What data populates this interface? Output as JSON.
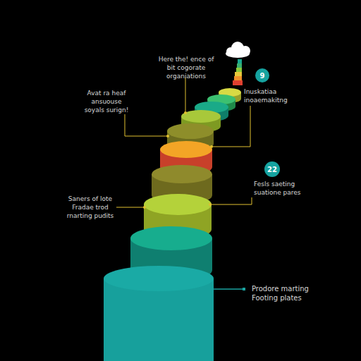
{
  "diagram": {
    "nodes": [
      {
        "text": [
          "9"
        ]
      },
      {
        "text": [
          "22"
        ]
      }
    ],
    "labels": [
      "Here the! ence of bit cogorate organiations",
      "Avat ra heaf ansuouse soyals surign!",
      "Inuskatiaa inoaemakitng",
      "Fesls saeting suatione pares",
      "Saners of lote Fradae trod rnarting pudits",
      "Prodore marting Footing plates"
    ]
  }
}
